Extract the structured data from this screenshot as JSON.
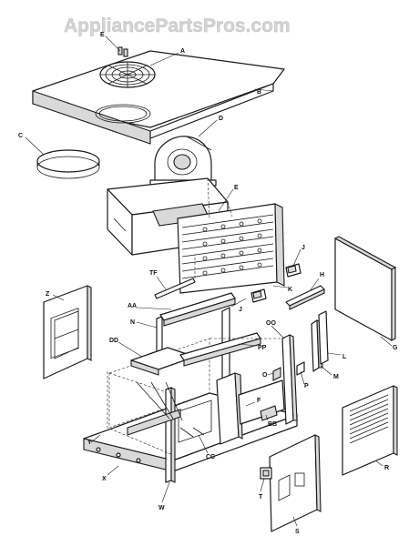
{
  "watermark": "AppliancePartsPros.com",
  "callouts": {
    "A": "A",
    "B": "B",
    "C": "C",
    "D": "D",
    "E": "E",
    "E2": "E",
    "TF": "TF",
    "J1": "J",
    "K": "K",
    "H": "H",
    "J2": "J",
    "Z": "Z",
    "AA": "AA",
    "N": "N",
    "DD": "DD",
    "PP": "PP",
    "OO": "OO",
    "G": "G",
    "L": "L",
    "M": "M",
    "P": "P",
    "O": "O",
    "F": "F",
    "BB": "BB",
    "CC": "CC",
    "Y": "Y",
    "X": "X",
    "W": "W",
    "T": "T",
    "S": "S",
    "R": "R"
  }
}
